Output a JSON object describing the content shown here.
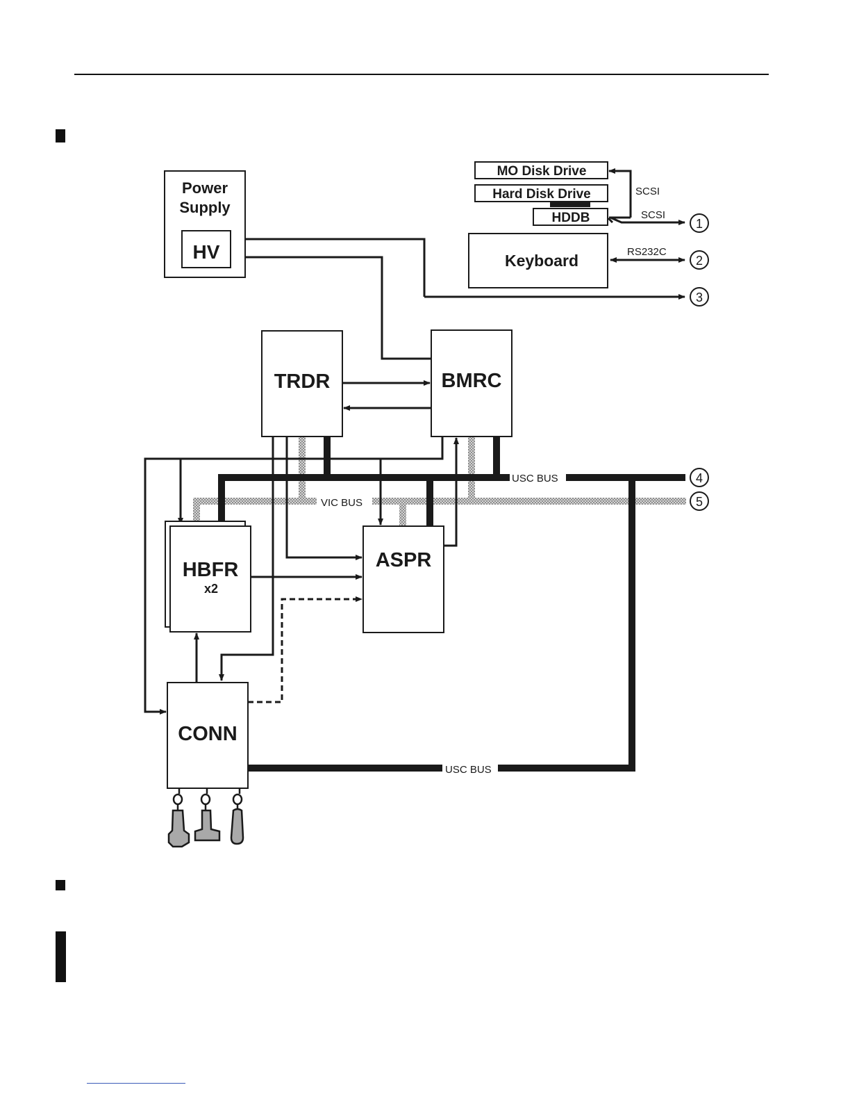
{
  "blocks": {
    "power_supply": "Power\nSupply",
    "hv": "HV",
    "trdr": "TRDR",
    "bmrc": "BMRC",
    "hbfr": "HBFR",
    "hbfr_count": "x2",
    "aspr": "ASPR",
    "conn": "CONN",
    "mo_disk": "MO Disk Drive",
    "hard_disk": "Hard Disk Drive",
    "hddb": "HDDB",
    "keyboard": "Keyboard"
  },
  "signals": {
    "scsi_1": "SCSI",
    "scsi_2": "SCSI",
    "rs232c": "RS232C",
    "usc_bus_top": "USC BUS",
    "vic_bus": "VIC BUS",
    "usc_bus_bottom": "USC BUS"
  },
  "connectors": [
    "1",
    "2",
    "3",
    "4",
    "5"
  ],
  "colors": {
    "ink": "#1a1a1a",
    "bus_gray": "#b5b5b5",
    "probe_fill": "#a9a9a9"
  }
}
